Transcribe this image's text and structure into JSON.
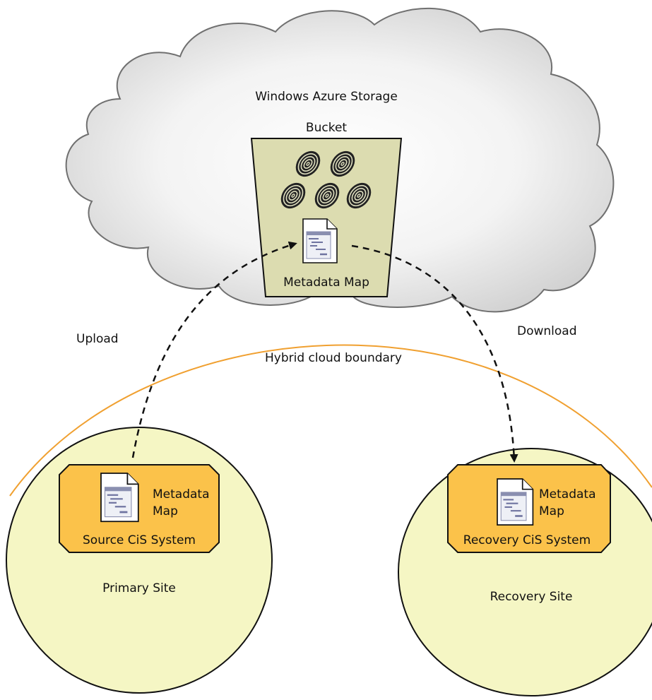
{
  "cloud": {
    "label": "Windows Azure Storage"
  },
  "bucket": {
    "label": "Bucket",
    "fingerprint_count": 5
  },
  "bucket_doc": {
    "label": "Metadata Map"
  },
  "arrows": {
    "upload_label": "Upload",
    "download_label": "Download"
  },
  "boundary": {
    "label": "Hybrid cloud boundary",
    "color": "#f0a030"
  },
  "primary": {
    "site_label": "Primary Site",
    "system_label": "Source CiS System",
    "doc_line1": "Metadata",
    "doc_line2": "Map"
  },
  "recovery": {
    "site_label": "Recovery Site",
    "system_label": "Recovery CiS System",
    "doc_line1": "Metadata",
    "doc_line2": "Map"
  },
  "colors": {
    "site_fill": "#f5f6c4",
    "system_fill": "#fbc24a",
    "bucket_fill": "#dcdcb0",
    "cloud_fill": "#e4e4e4"
  }
}
